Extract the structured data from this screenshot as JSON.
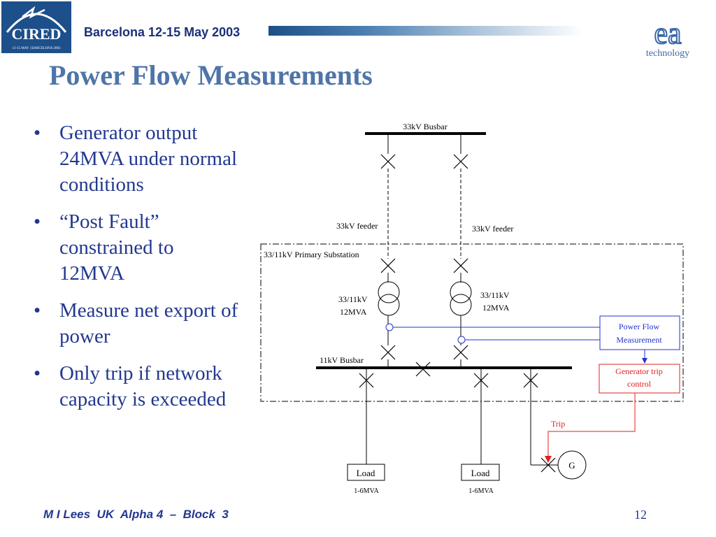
{
  "header": {
    "logo_text": "CIRED",
    "logo_subtext": "12-15 MAY | BARCELONA 2003",
    "conference": "Barcelona  12-15 May 2003",
    "brand_mark": "ea",
    "brand_word": "technology"
  },
  "title": "Power Flow Measurements",
  "bullets": [
    {
      "dot": "•",
      "text": "Generator output 24MVA under normal conditions"
    },
    {
      "dot": "•",
      "text": "“Post Fault” constrained to 12MVA"
    },
    {
      "dot": "•",
      "text": "Measure net export of power"
    },
    {
      "dot": "•",
      "text": "Only trip if network capacity is exceeded"
    }
  ],
  "diagram": {
    "busbar_33kv": "33kV Busbar",
    "feeder_left": "33kV feeder",
    "feeder_right": "33kV feeder",
    "substation": "33/11kV Primary Substation",
    "tx_left_rating": "33/11kV",
    "tx_left_mva": "12MVA",
    "tx_right_rating": "33/11kV",
    "tx_right_mva": "12MVA",
    "busbar_11kv": "11kV Busbar",
    "pfm_line1": "Power Flow",
    "pfm_line2": "Measurement",
    "gtc_line1": "Generator trip",
    "gtc_line2": "control",
    "trip": "Trip",
    "generator": "G",
    "load_left": "Load",
    "load_left_range": "1-6MVA",
    "load_right": "Load",
    "load_right_range": "1-6MVA",
    "colors": {
      "measurement": "#2233cc",
      "trip": "#e02020",
      "line": "#000000"
    }
  },
  "footer": {
    "author": "M I Lees  UK  Alpha 4  –  Block  3",
    "page": "12"
  }
}
